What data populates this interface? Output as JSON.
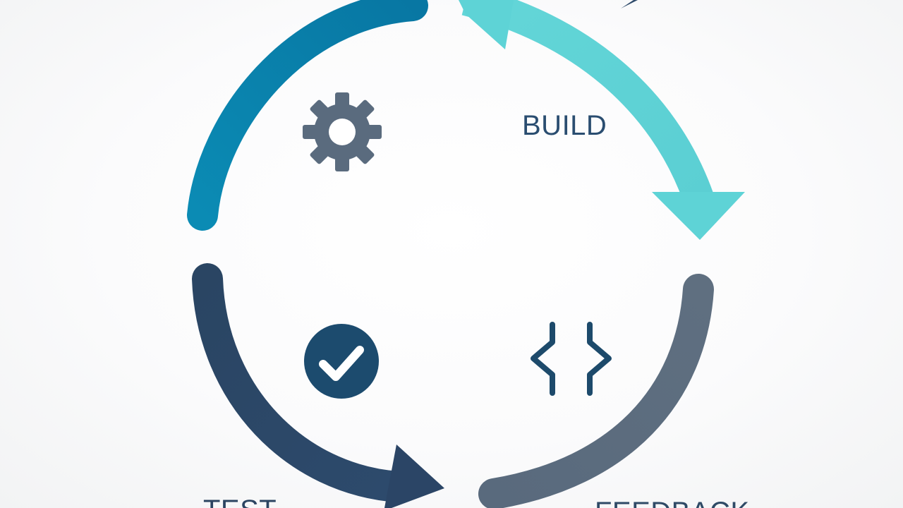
{
  "stages": {
    "build": {
      "label": "BUILD"
    },
    "test": {
      "label": "TEST"
    },
    "feedback": {
      "label": "FEEDBACK"
    }
  },
  "colors": {
    "arc_top_left": "#0a7fa9",
    "arc_top_right": "#5ed3d6",
    "arc_bottom_left": "#2b4566",
    "arc_bottom_right": "#5b6d80",
    "icon_gear": "#5a6b7e",
    "icon_check_bg": "#1c4b6e",
    "icon_code": "#1d4a6b"
  },
  "icons": [
    "gear-icon",
    "check-circle-icon",
    "code-brackets-icon"
  ]
}
